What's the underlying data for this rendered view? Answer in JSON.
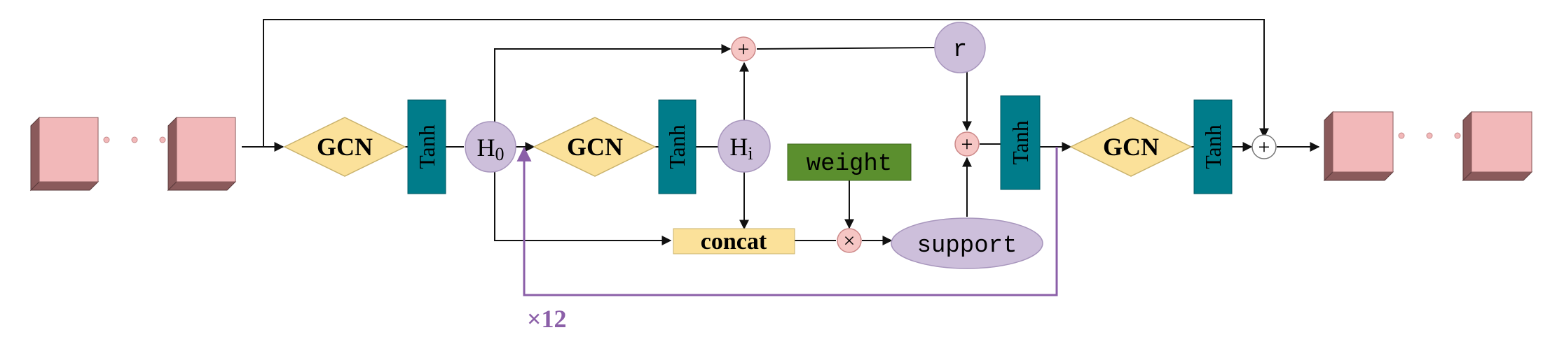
{
  "colors": {
    "cube_front": "#f2b8b9",
    "cube_side": "#8a5a5b",
    "gcn_fill": "#fbe19a",
    "tanh_fill": "#007c8a",
    "node_fill": "#cdbfdb",
    "weight_fill": "#5b8f2e",
    "concat_fill": "#fbe19a",
    "op_fill": "#f6c6c4",
    "loop_line": "#8b5fa8",
    "line": "#111111"
  },
  "labels": {
    "gcn": "GCN",
    "tanh": "Tanh",
    "h0_base": "H",
    "h0_sub": "0",
    "hi_base": "H",
    "hi_sub": "i",
    "r": "r",
    "weight": "weight",
    "concat": "concat",
    "support": "support",
    "repeat": "×12",
    "plus": "+",
    "times": "×"
  }
}
